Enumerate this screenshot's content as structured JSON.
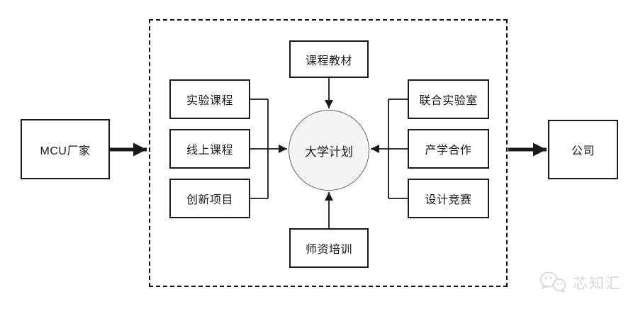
{
  "diagram": {
    "left_node": {
      "label": "MCU厂家"
    },
    "right_node": {
      "label": "公司"
    },
    "hub": {
      "label": "大学计划"
    },
    "top_node": {
      "label": "课程教材"
    },
    "bottom_node": {
      "label": "师资培训"
    },
    "left_group": [
      "实验课程",
      "线上课程",
      "创新项目"
    ],
    "right_group": [
      "联合实验室",
      "产学合作",
      "设计竞赛"
    ]
  },
  "watermark": {
    "label": "芯知汇",
    "icon": "chat-bubbles-icon"
  },
  "colors": {
    "line": "#1a1a1a",
    "box_border": "#1a1a1a",
    "hub_fill": "#f5f5f5",
    "hub_border": "#666666",
    "watermark": "#d8d8d8",
    "background": "#ffffff"
  }
}
